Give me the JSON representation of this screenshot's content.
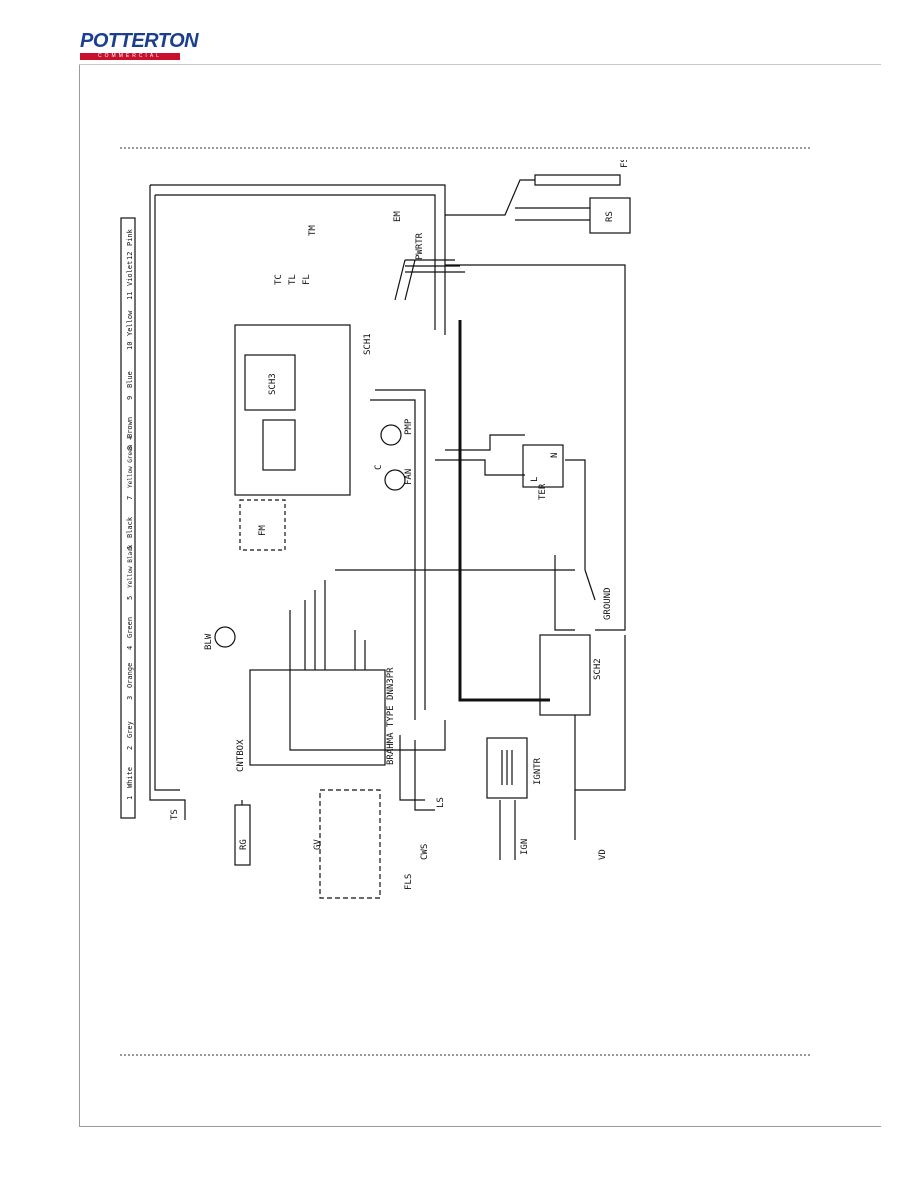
{
  "brand": {
    "name": "POTTERTON",
    "sub": "COMMERCIAL"
  },
  "legend": [
    {
      "num": "1",
      "color": "White"
    },
    {
      "num": "2",
      "color": "Grey"
    },
    {
      "num": "3",
      "color": "Orange"
    },
    {
      "num": "4",
      "color": "Green"
    },
    {
      "num": "5",
      "color": "Yellow Black"
    },
    {
      "num": "6",
      "color": "Black"
    },
    {
      "num": "7",
      "color": "Yellow Green ⏚"
    },
    {
      "num": "8",
      "color": "Brown"
    },
    {
      "num": "9",
      "color": "Blue"
    },
    {
      "num": "10",
      "color": "Yellow"
    },
    {
      "num": "11",
      "color": "Violet"
    },
    {
      "num": "12",
      "color": "Pink"
    }
  ],
  "labels": {
    "fs": "FS",
    "rs": "RS",
    "em": "EM",
    "tm": "TM",
    "pwrtr": "PWRTR",
    "tc": "TC",
    "tl": "TL",
    "fl": "FL",
    "sch1": "SCH1",
    "sch3": "SCH3",
    "pmp": "PMP",
    "fan": "FAN",
    "c": "C",
    "ter": "TER",
    "l": "L",
    "n": "N",
    "fm": "FM",
    "blw": "BLW",
    "ground": "GROUND",
    "sch2": "SCH2",
    "cntbox": "CNTBOX",
    "brahma": "BRAHMA TYPE DNN3PR",
    "ignTr": "IGNTR",
    "ign": "IGN",
    "ls": "LS",
    "cws": "CWS",
    "fls": "FLS",
    "gv": "GV",
    "ts": "TS",
    "rg": "RG",
    "vd": "VD"
  }
}
